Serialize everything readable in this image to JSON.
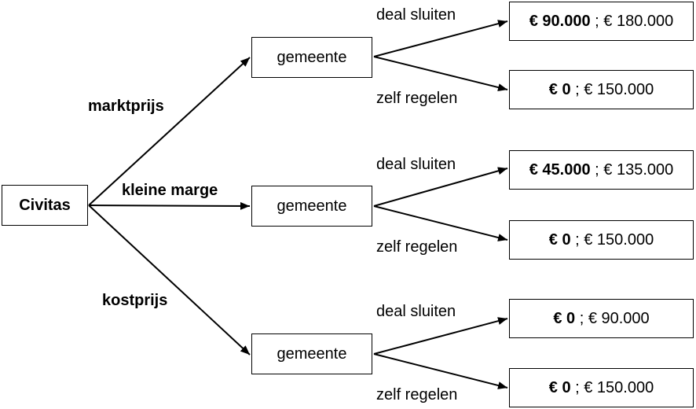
{
  "root": {
    "label": "Civitas"
  },
  "branches": [
    {
      "edge_label": "marktprijs",
      "node_label": "gemeente",
      "outcomes": [
        {
          "edge_label": "deal sluiten",
          "payoff_civitas": "€ 90.000",
          "separator": " ; ",
          "payoff_gemeente": "€ 180.000"
        },
        {
          "edge_label": "zelf regelen",
          "payoff_civitas": "€ 0",
          "separator": " ; ",
          "payoff_gemeente": "€ 150.000"
        }
      ]
    },
    {
      "edge_label": "kleine marge",
      "node_label": "gemeente",
      "outcomes": [
        {
          "edge_label": "deal sluiten",
          "payoff_civitas": "€ 45.000",
          "separator": " ; ",
          "payoff_gemeente": "€ 135.000"
        },
        {
          "edge_label": "zelf regelen",
          "payoff_civitas": "€ 0",
          "separator": " ; ",
          "payoff_gemeente": "€ 150.000"
        }
      ]
    },
    {
      "edge_label": "kostprijs",
      "node_label": "gemeente",
      "outcomes": [
        {
          "edge_label": "deal sluiten",
          "payoff_civitas": "€ 0",
          "separator": " ; ",
          "payoff_gemeente": "€ 90.000"
        },
        {
          "edge_label": "zelf regelen",
          "payoff_civitas": "€ 0",
          "separator": " ; ",
          "payoff_gemeente": "€ 150.000"
        }
      ]
    }
  ]
}
